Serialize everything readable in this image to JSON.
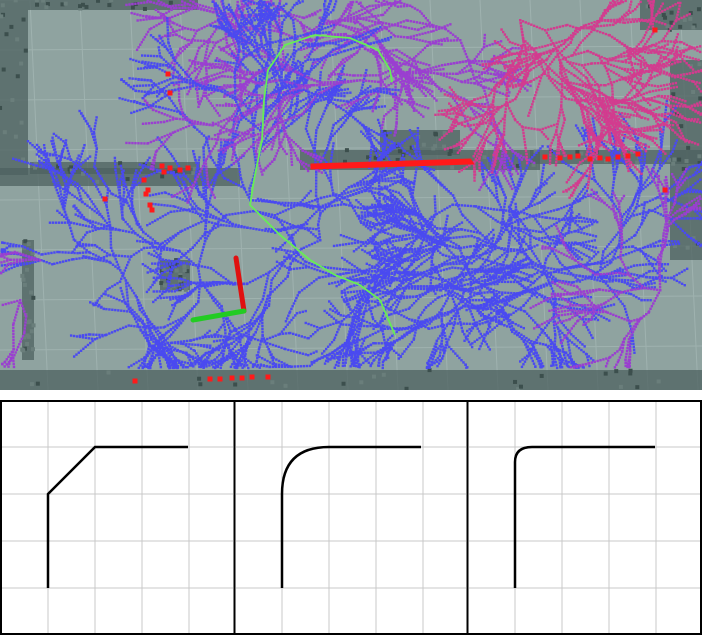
{
  "colors": {
    "floor": "#8fa3a0",
    "wall": "#4e6260",
    "obstacle_red": "#ff1a1a",
    "path_green": "#66ee55",
    "particles_blue": "#4a4af0",
    "particles_violet": "#9a3fd0",
    "particles_magenta": "#d23c8f",
    "axis_x": "#e01010",
    "axis_y": "#22cc22",
    "grid_line": "#c8c8c8",
    "panel_border": "#000000",
    "curve": "#000000"
  },
  "panels": [
    {
      "corner_style": "chamfer"
    },
    {
      "corner_style": "round-large"
    },
    {
      "corner_style": "round-small"
    }
  ]
}
